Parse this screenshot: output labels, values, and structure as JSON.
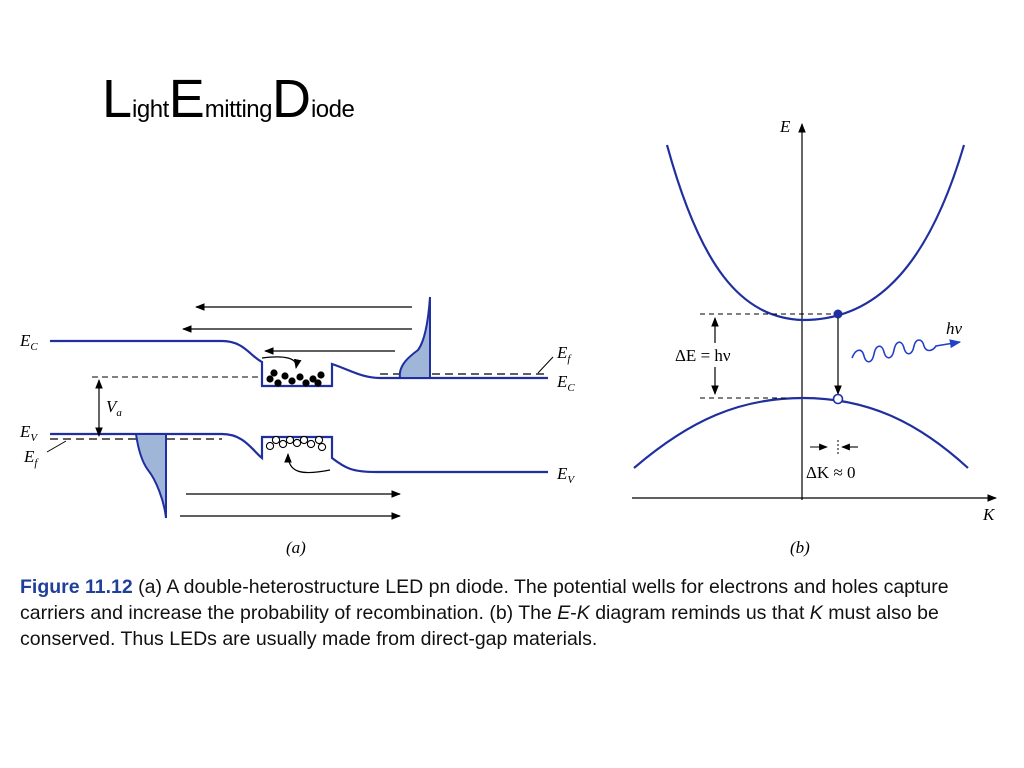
{
  "title": {
    "l_big": "L",
    "l_small": "ight",
    "e_big": "E",
    "e_small": "mitting",
    "d_big": "D",
    "d_small": "iode"
  },
  "panel_a": {
    "label": "(a)",
    "ec_left": "E",
    "ec_left_sub": "C",
    "ev_left": "E",
    "ev_left_sub": "V",
    "ef_left": "E",
    "ef_left_sub": "f",
    "va": "V",
    "va_sub": "a",
    "ef_right": "E",
    "ef_right_sub": "f",
    "ec_right": "E",
    "ec_right_sub": "C",
    "ev_right": "E",
    "ev_right_sub": "V"
  },
  "panel_b": {
    "label": "(b)",
    "axis_e": "E",
    "axis_k": "K",
    "delta_e": "ΔE = hν",
    "photon": "hν",
    "delta_k": "ΔK ≈ 0"
  },
  "caption": {
    "figure": "Figure 11.12",
    "p1": " (a) A double-heterostructure LED pn diode. The potential wells for electrons and holes capture carriers and increase the probability of recombination. (b) The ",
    "ek_e": "E",
    "ek_dash": "-",
    "ek_k": "K",
    "p2": " diagram reminds us that ",
    "k": "K",
    "p3": " must also be conserved. Thus LEDs are usually made from direct-gap materials."
  },
  "colors": {
    "band": "#1f2fa0",
    "caption_figure": "#1f3f98",
    "photon": "#2340c8"
  }
}
